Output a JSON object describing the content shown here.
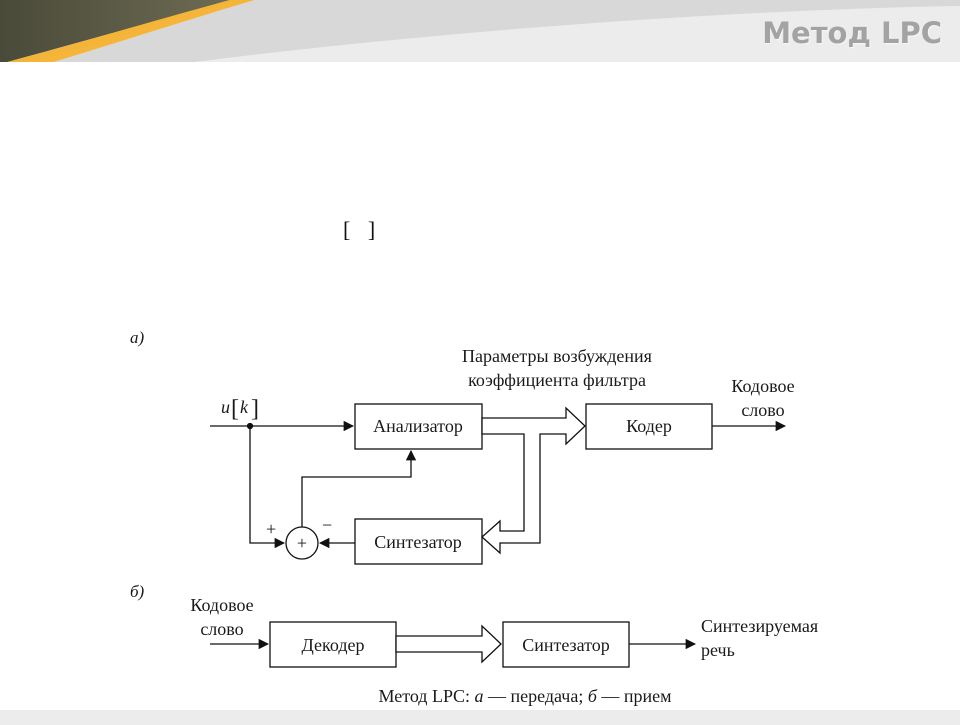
{
  "slide": {
    "title": "Метод LPC",
    "bracket": "[ ]"
  },
  "diagram_a": {
    "label": "a)",
    "input_var": "u",
    "input_index": "k",
    "analyzer": "Анализатор",
    "coder": "Кодер",
    "synth": "Синтезатор",
    "params_line1": "Параметры возбуждения",
    "params_line2": "коэффициента фильтра",
    "output_line1": "Кодовое",
    "output_line2": "слово",
    "sum_symbol": "+",
    "plus_sign": "+",
    "minus_sign": "−"
  },
  "diagram_b": {
    "label": "б)",
    "input_line1": "Кодовое",
    "input_line2": "слово",
    "decoder": "Декодер",
    "synth": "Синтезатор",
    "output_line1": "Синтезируемая",
    "output_line2": "речь"
  },
  "caption": {
    "lead": "Метод LPC: ",
    "a": "а",
    "mid": " — передача; ",
    "b": "б",
    "tail": " — прием"
  }
}
